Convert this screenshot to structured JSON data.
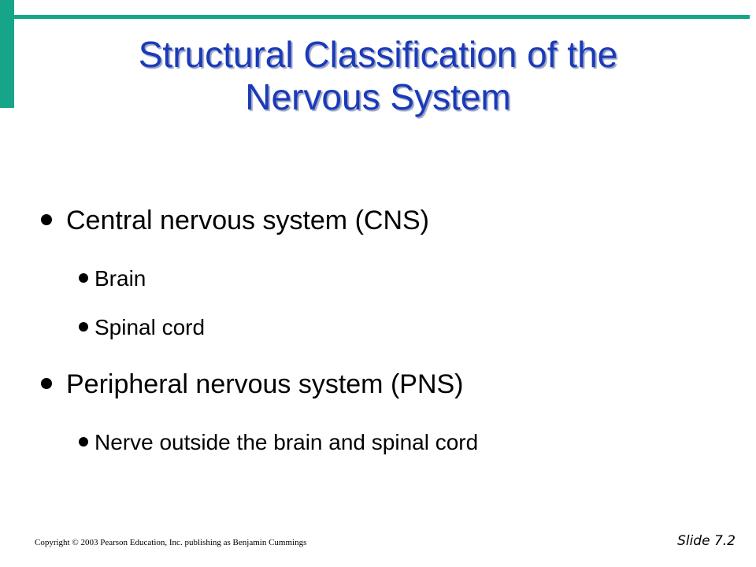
{
  "slide": {
    "title_line1": "Structural Classification of the",
    "title_line2": "Nervous System",
    "bullets": [
      {
        "level": 1,
        "text": "Central nervous system (CNS)"
      },
      {
        "level": 2,
        "text": "Brain"
      },
      {
        "level": 2,
        "text": "Spinal cord"
      },
      {
        "level": 1,
        "text": "Peripheral nervous system (PNS)"
      },
      {
        "level": 2,
        "text": "Nerve outside the brain and spinal cord"
      }
    ],
    "copyright": "Copyright © 2003 Pearson Education, Inc. publishing as Benjamin Cummings",
    "slide_number": "Slide 7.2"
  },
  "colors": {
    "title": "#1a3ab8",
    "accent": "#17a589"
  }
}
